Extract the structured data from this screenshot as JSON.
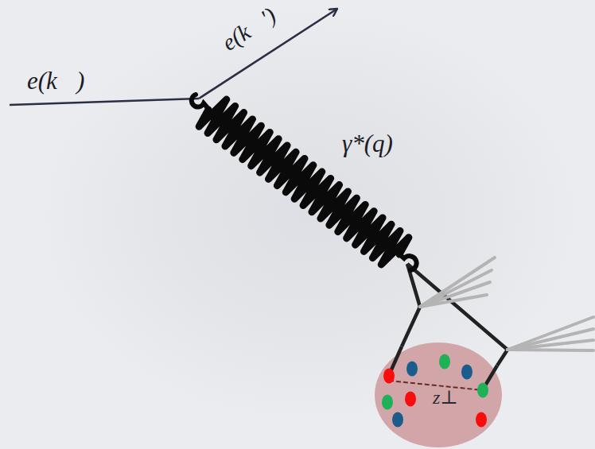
{
  "diagram": {
    "nodes": [
      {
        "text": [
          "z⊥"
        ]
      }
    ],
    "labels": [
      "e(k⃗)",
      "e(k⃗')",
      "γ*(q)"
    ]
  }
}
